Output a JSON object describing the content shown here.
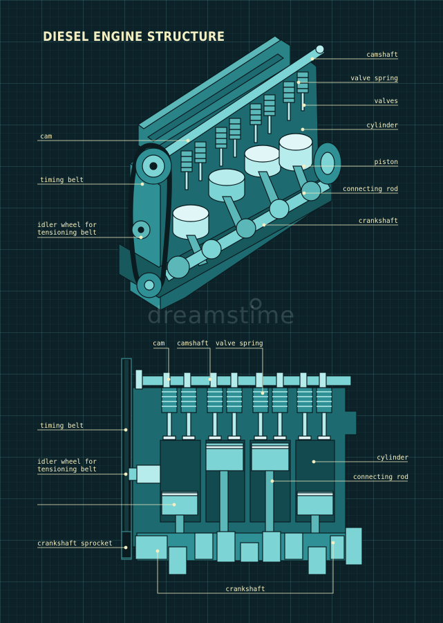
{
  "title": "DIESEL ENGINE STRUCTURE",
  "watermark": "dreamstime",
  "colors": {
    "background": "#0c2228",
    "grid": "#1f4a50",
    "label": "#f3efc3",
    "engine_dark": "#1d6b70",
    "engine_mid": "#2f9095",
    "engine_light": "#7dd4d4",
    "engine_pale": "#b7ecec",
    "outline": "#0a1c20"
  },
  "top_view": {
    "left_labels": {
      "cam": "cam",
      "timing_belt": "timing belt",
      "idler_wheel_1": "idler wheel for",
      "idler_wheel_2": "tensioning belt"
    },
    "right_labels": {
      "camshaft": "camshaft",
      "valve_spring": "valve spring",
      "valves": "valves",
      "cylinder": "cylinder",
      "piston": "piston",
      "connecting_rod": "connecting rod",
      "crankshaft": "crankshaft"
    }
  },
  "bottom_view": {
    "top_labels": {
      "cam": "cam",
      "camshaft": "camshaft",
      "valve_spring": "valve spring"
    },
    "left_labels": {
      "timing_belt": "timing belt",
      "idler_wheel_1": "idler wheel for",
      "idler_wheel_2": "tensioning belt",
      "crankshaft_sprocket": "crankshaft sprocket"
    },
    "right_labels": {
      "cylinder": "cylinder",
      "connecting_rod": "connecting rod"
    },
    "bottom_labels": {
      "crankshaft": "crankshaft"
    }
  }
}
